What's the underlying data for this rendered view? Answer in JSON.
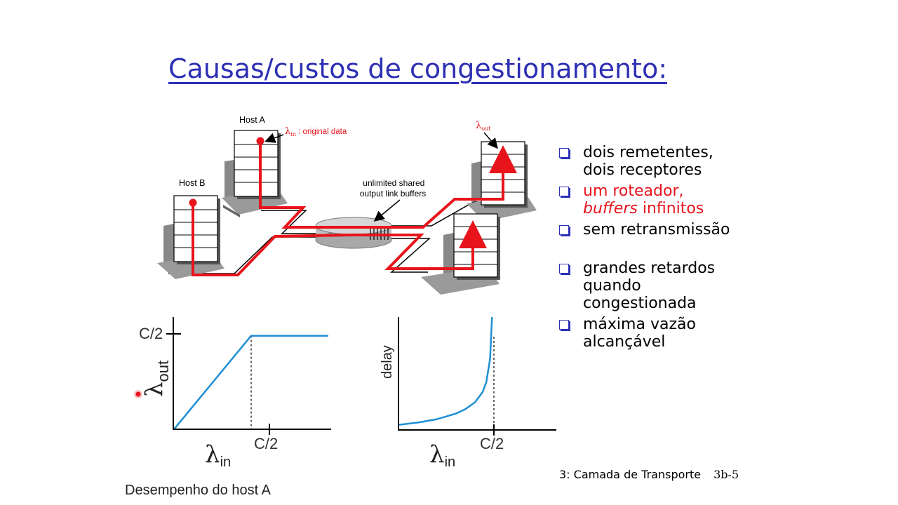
{
  "title": "Causas/custos de congestionamento:",
  "network": {
    "host_a_label": "Host A",
    "host_b_label": "Host B",
    "lambda_in_symbol": "λ",
    "lambda_in_sub": "in",
    "lambda_in_text": " : original data",
    "lambda_out_symbol": "λ",
    "lambda_out_sub": "out",
    "buffer_label_line1": "unlimited shared",
    "buffer_label_line2": "output link buffers"
  },
  "bullets": {
    "b1_line1": "dois remetentes,",
    "b1_line2": "dois receptores",
    "b2_line1": "um roteador,",
    "b2_italic": "buffers",
    "b2_rest": " infinitos",
    "b3": "sem retransmissão",
    "b4_line1": "grandes retardos",
    "b4_line2": "quando",
    "b4_line3": "congestionada",
    "b5_line1": "máxima vazão",
    "b5_line2": "alcançável"
  },
  "chart_data": [
    {
      "type": "line",
      "title": "",
      "xlabel_symbol": "λ",
      "xlabel_sub": "in",
      "ylabel_symbol": "λ",
      "ylabel_sub": "out",
      "xtick": "C/2",
      "ytick": "C/2",
      "series": [
        {
          "x": [
            0,
            0.5,
            0.6,
            0.7,
            0.8,
            0.9,
            1.0
          ],
          "y": [
            0,
            0.5,
            0.5,
            0.5,
            0.5,
            0.5,
            0.5
          ]
        }
      ],
      "xlim": [
        0,
        1.0
      ],
      "ylim": [
        0,
        0.6
      ],
      "dashed_line_x": 0.5
    },
    {
      "type": "line",
      "title": "",
      "xlabel_symbol": "λ",
      "xlabel_sub": "in",
      "ylabel": "delay",
      "xtick": "C/2",
      "series": [
        {
          "x": [
            0,
            0.1,
            0.2,
            0.3,
            0.35,
            0.4,
            0.44,
            0.46,
            0.48,
            0.49
          ],
          "y": [
            0.04,
            0.06,
            0.09,
            0.14,
            0.18,
            0.24,
            0.33,
            0.42,
            0.63,
            1.0
          ]
        }
      ],
      "xlim": [
        0,
        0.7
      ],
      "ylim": [
        0,
        1.0
      ],
      "dashed_line_x": 0.5
    }
  ],
  "footer": {
    "text": "3: Camada de Transporte",
    "page": "3b-5"
  },
  "caption": "Desempenho do host A",
  "colors": {
    "title": "#2d2fb4",
    "red": "#e8141c",
    "curve": "#1e8fd5"
  }
}
